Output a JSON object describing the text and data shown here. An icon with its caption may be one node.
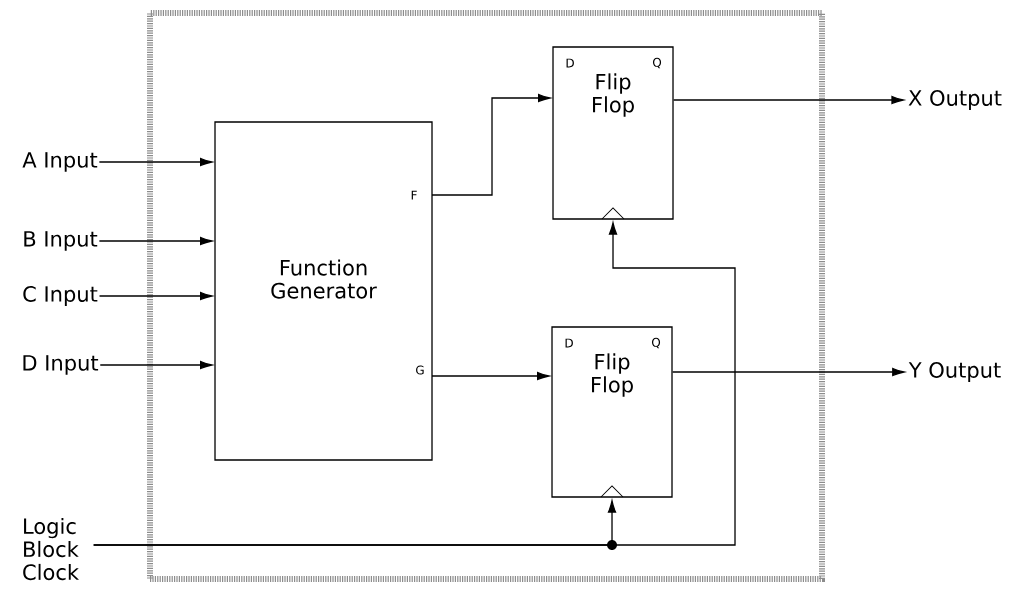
{
  "diagram": {
    "nodes": [
      {
        "text": [],
        "shape": "box"
      },
      {
        "text": [
          "A Input"
        ]
      },
      {
        "text": [
          "B Input"
        ]
      },
      {
        "text": [
          "C Input"
        ]
      },
      {
        "text": [
          "D Input"
        ]
      },
      {
        "text": [
          "Function Generator",
          "F",
          "G"
        ],
        "in": 0
      },
      {
        "text": [
          "D",
          "Q",
          "Flip Flop"
        ],
        "in": 0
      },
      {
        "text": [
          "D",
          "Q",
          "Flip Flop"
        ],
        "in": 0
      },
      {
        "text": [
          "X Output"
        ]
      },
      {
        "text": [
          "Y Output"
        ]
      },
      {
        "text": [
          "Logic Block Clock"
        ]
      }
    ],
    "edges": [
      {
        "from": 1,
        "to": 5,
        "arrow": "to"
      },
      {
        "from": 2,
        "to": 5,
        "arrow": "to"
      },
      {
        "from": 3,
        "to": 5,
        "arrow": "to"
      },
      {
        "from": 4,
        "to": 5,
        "arrow": "to"
      },
      {
        "from": 5,
        "to": 6,
        "arrow": "to"
      },
      {
        "from": 5,
        "to": 7,
        "arrow": "to"
      },
      {
        "from": 6,
        "to": 8,
        "arrow": "to"
      },
      {
        "from": 7,
        "to": 9,
        "arrow": "to"
      },
      {
        "from": 10,
        "to": 7,
        "arrow": "to"
      },
      {
        "from": 10,
        "to": 6,
        "arrow": "to"
      }
    ]
  }
}
